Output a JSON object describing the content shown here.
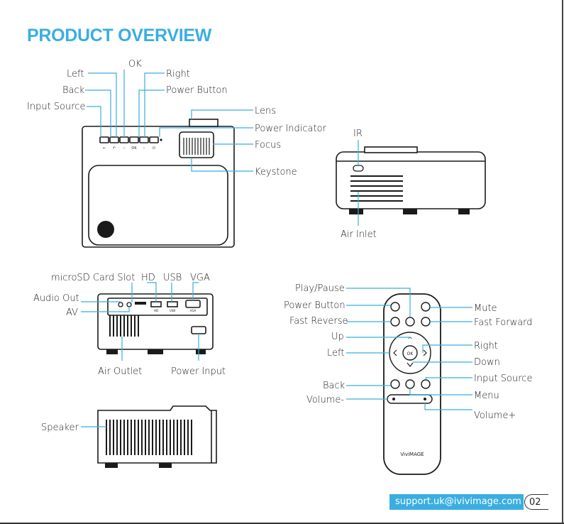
{
  "title": "PRODUCT OVERVIEW",
  "footer": {
    "email": "support.uk@ivivimage.com",
    "page": "02"
  },
  "colors": {
    "accent": "#3aaee0",
    "device": "#1a1a1a"
  },
  "top_view": {
    "labels": {
      "left": "Left",
      "ok": "OK",
      "right": "Right",
      "back": "Back",
      "power_button": "Power Button",
      "input_source": "Input Source",
      "lens": "Lens",
      "power_indicator": "Power Indicator",
      "focus": "Focus",
      "keystone": "Keystone"
    },
    "button_glyphs": [
      "⇐",
      "↶",
      "‹",
      "OK",
      "›",
      "⏻"
    ]
  },
  "front_view": {
    "labels": {
      "ir": "IR",
      "air_inlet": "Air Inlet"
    }
  },
  "back_view": {
    "labels": {
      "microsd": "microSD Card Slot",
      "hd": "HD",
      "usb": "USB",
      "vga": "VGA",
      "audio_out": "Audio Out",
      "av": "AV",
      "air_outlet": "Air Outlet",
      "power_input": "Power Input"
    },
    "port_labels": [
      "HD",
      "USB",
      "VGA"
    ]
  },
  "side_view": {
    "labels": {
      "speaker": "Speaker"
    }
  },
  "remote": {
    "labels": {
      "play_pause": "Play/Pause",
      "power_button": "Power Button",
      "fast_reverse": "Fast Reverse",
      "up": "Up",
      "left": "Left",
      "back": "Back",
      "volume_minus": "Volume-",
      "mute": "Mute",
      "fast_forward": "Fast Forward",
      "right": "Right",
      "down": "Down",
      "input_source": "Input Source",
      "menu": "Menu",
      "volume_plus": "Volume+"
    },
    "ok": "OK",
    "brand": "ViviMAGE"
  }
}
